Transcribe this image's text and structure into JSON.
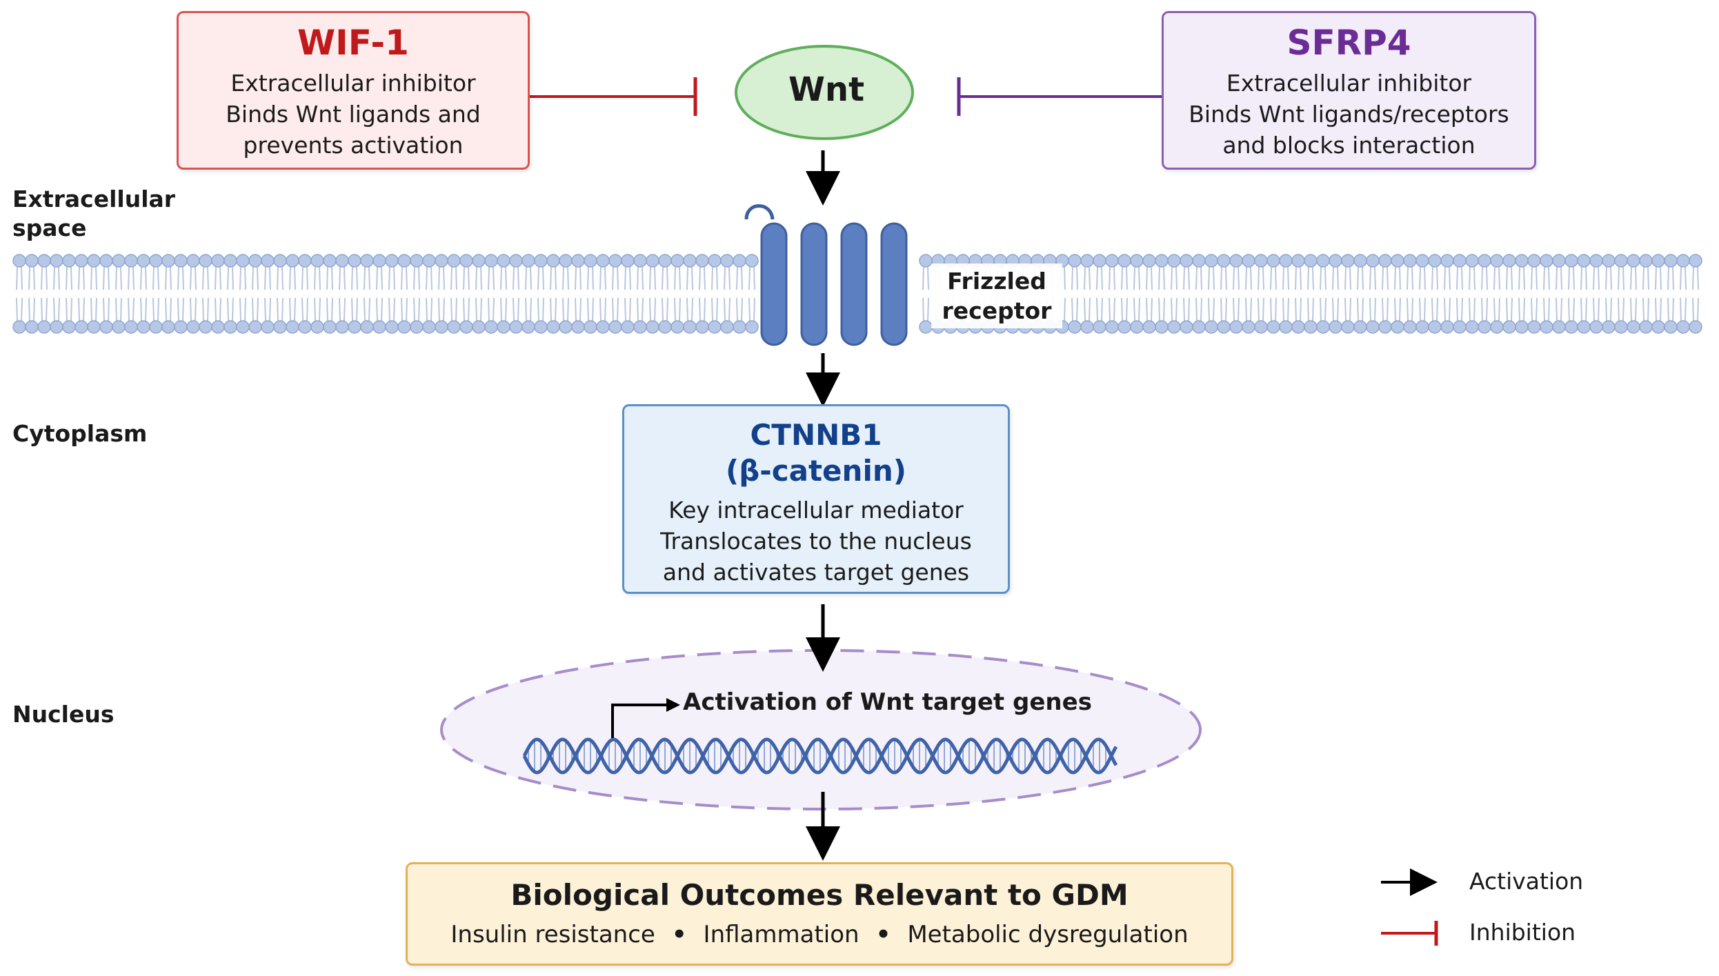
{
  "diagram": {
    "wnt": {
      "label": "Wnt"
    },
    "wif1": {
      "title": "WIF-1",
      "lines": [
        "Extracellular inhibitor",
        "Binds Wnt ligands and",
        "prevents activation"
      ]
    },
    "sfrp4": {
      "title": "SFRP4",
      "lines": [
        "Extracellular inhibitor",
        "Binds Wnt ligands/receptors",
        "and blocks interaction"
      ]
    },
    "regions": {
      "extracellular": [
        "Extracellular",
        "space"
      ],
      "cytoplasm": "Cytoplasm",
      "nucleus": "Nucleus"
    },
    "frizzled": [
      "Frizzled",
      "receptor"
    ],
    "ctnnb1": {
      "title": "CTNNB1",
      "subtitle": "(β-catenin)",
      "lines": [
        "Key intracellular mediator",
        "Translocates to the nucleus",
        "and activates target genes"
      ]
    },
    "gene_activation": "Activation of Wnt target genes",
    "outcomes": {
      "title": "Biological Outcomes Relevant to GDM",
      "items": [
        "Insulin resistance",
        "Inflammation",
        "Metabolic dysregulation"
      ],
      "separator": "•"
    },
    "legend": {
      "activation": "Activation",
      "inhibition": "Inhibition"
    },
    "colors": {
      "wif1": "#c0191c",
      "sfrp4": "#6a2c95",
      "wnt_fill": "#d7efd3",
      "wnt_stroke": "#5fae5a",
      "receptor": "#5b7fc0",
      "ctnnb1": "#12408a",
      "membrane": "#a8bde0",
      "nucleus": "#a68cc9",
      "dna": "#3f63a8",
      "outcomes_border": "#e3b156",
      "activation": "#000000",
      "inhibition": "#c0191c"
    }
  }
}
